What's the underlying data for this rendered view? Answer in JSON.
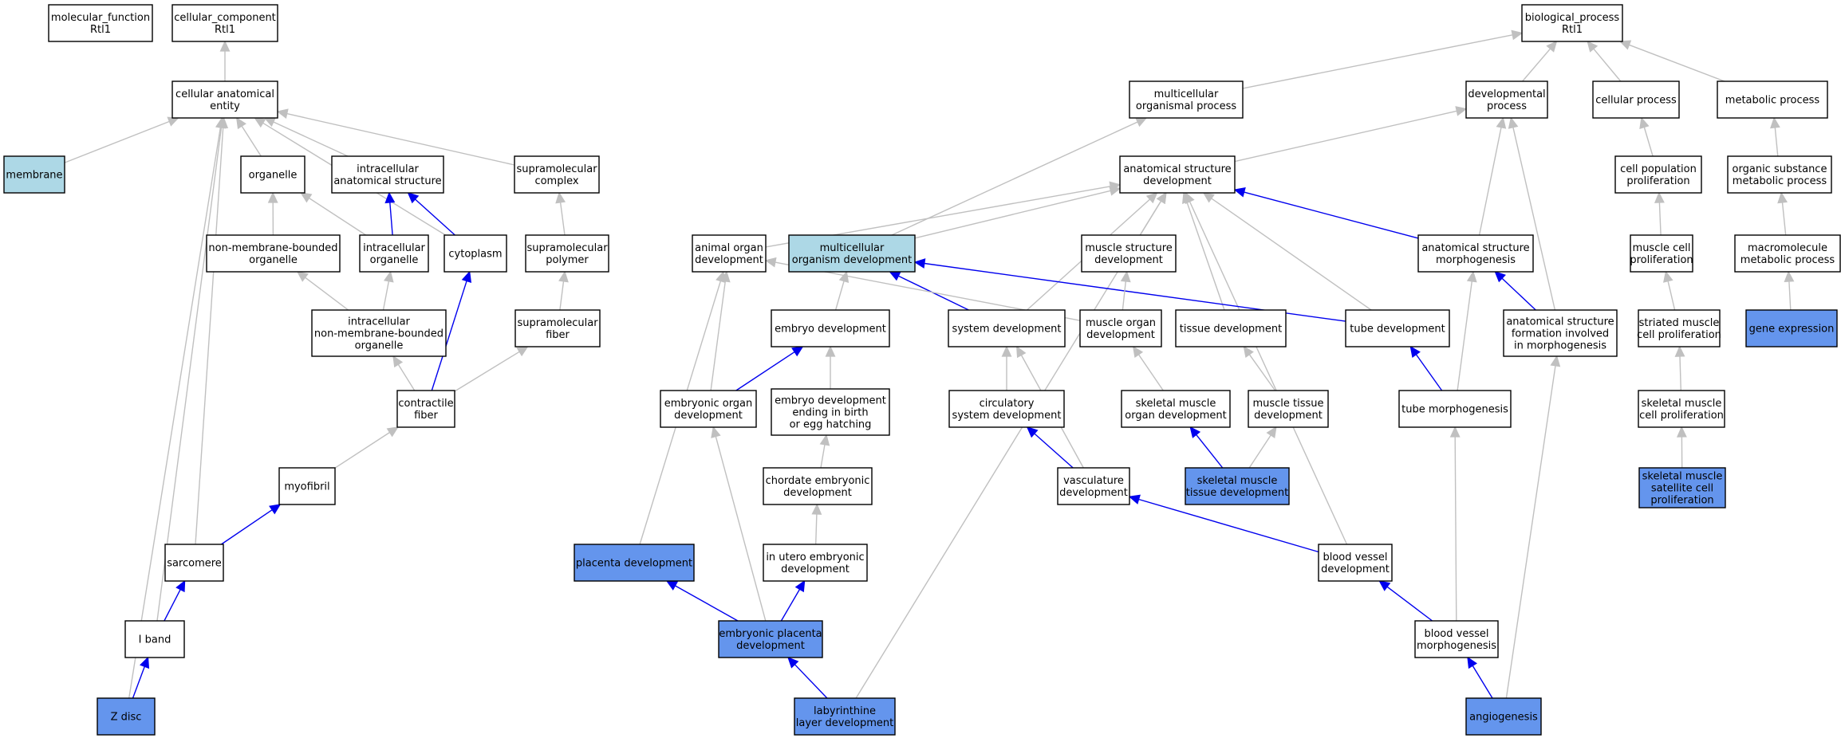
{
  "graph": {
    "colors": {
      "white": "#ffffff",
      "light": "#add8e6",
      "blue": "#6495ed",
      "is_a_edge": "#c0c0c0",
      "part_of_edge": "#0000ee"
    },
    "nodes": [
      {
        "id": "mf",
        "lines": [
          "molecular_function",
          "Rtl1"
        ],
        "fill": "white"
      },
      {
        "id": "cc",
        "lines": [
          "cellular_component",
          "Rtl1"
        ],
        "fill": "white"
      },
      {
        "id": "cae",
        "lines": [
          "cellular anatomical",
          "entity"
        ],
        "fill": "white"
      },
      {
        "id": "membrane",
        "lines": [
          "membrane"
        ],
        "fill": "light"
      },
      {
        "id": "organelle",
        "lines": [
          "organelle"
        ],
        "fill": "white"
      },
      {
        "id": "ias",
        "lines": [
          "intracellular",
          "anatomical structure"
        ],
        "fill": "white"
      },
      {
        "id": "smc",
        "lines": [
          "supramolecular",
          "complex"
        ],
        "fill": "white"
      },
      {
        "id": "nmbo",
        "lines": [
          "non-membrane-bounded",
          "organelle"
        ],
        "fill": "white"
      },
      {
        "id": "io",
        "lines": [
          "intracellular",
          "organelle"
        ],
        "fill": "white"
      },
      {
        "id": "cytoplasm",
        "lines": [
          "cytoplasm"
        ],
        "fill": "white"
      },
      {
        "id": "smp",
        "lines": [
          "supramolecular",
          "polymer"
        ],
        "fill": "white"
      },
      {
        "id": "inmbo",
        "lines": [
          "intracellular",
          "non-membrane-bounded",
          "organelle"
        ],
        "fill": "white"
      },
      {
        "id": "smf",
        "lines": [
          "supramolecular",
          "fiber"
        ],
        "fill": "white"
      },
      {
        "id": "cf",
        "lines": [
          "contractile",
          "fiber"
        ],
        "fill": "white"
      },
      {
        "id": "myofibril",
        "lines": [
          "myofibril"
        ],
        "fill": "white"
      },
      {
        "id": "sarcomere",
        "lines": [
          "sarcomere"
        ],
        "fill": "white"
      },
      {
        "id": "iband",
        "lines": [
          "I band"
        ],
        "fill": "white"
      },
      {
        "id": "zdisc",
        "lines": [
          "Z disc"
        ],
        "fill": "blue"
      },
      {
        "id": "bp",
        "lines": [
          "biological_process",
          "Rtl1"
        ],
        "fill": "white"
      },
      {
        "id": "mop",
        "lines": [
          "multicellular",
          "organismal process"
        ],
        "fill": "white"
      },
      {
        "id": "devp",
        "lines": [
          "developmental",
          "process"
        ],
        "fill": "white"
      },
      {
        "id": "cellp",
        "lines": [
          "cellular process"
        ],
        "fill": "white"
      },
      {
        "id": "metp",
        "lines": [
          "metabolic process"
        ],
        "fill": "white"
      },
      {
        "id": "asd",
        "lines": [
          "anatomical structure",
          "development"
        ],
        "fill": "white"
      },
      {
        "id": "cpp",
        "lines": [
          "cell population",
          "proliferation"
        ],
        "fill": "white"
      },
      {
        "id": "osmp",
        "lines": [
          "organic substance",
          "metabolic process"
        ],
        "fill": "white"
      },
      {
        "id": "aod",
        "lines": [
          "animal organ",
          "development"
        ],
        "fill": "white"
      },
      {
        "id": "mod",
        "lines": [
          "multicellular",
          "organism development"
        ],
        "fill": "light"
      },
      {
        "id": "msd",
        "lines": [
          "muscle structure",
          "development"
        ],
        "fill": "white"
      },
      {
        "id": "asm",
        "lines": [
          "anatomical structure",
          "morphogenesis"
        ],
        "fill": "white"
      },
      {
        "id": "mcp",
        "lines": [
          "muscle cell",
          "proliferation"
        ],
        "fill": "white"
      },
      {
        "id": "mmp",
        "lines": [
          "macromolecule",
          "metabolic process"
        ],
        "fill": "white"
      },
      {
        "id": "embd",
        "lines": [
          "embryo development"
        ],
        "fill": "white"
      },
      {
        "id": "sysd",
        "lines": [
          "system development"
        ],
        "fill": "white"
      },
      {
        "id": "muod",
        "lines": [
          "muscle organ",
          "development"
        ],
        "fill": "white"
      },
      {
        "id": "tisd",
        "lines": [
          "tissue development"
        ],
        "fill": "white"
      },
      {
        "id": "tubd",
        "lines": [
          "tube development"
        ],
        "fill": "white"
      },
      {
        "id": "asfm",
        "lines": [
          "anatomical structure",
          "formation involved",
          "in morphogenesis"
        ],
        "fill": "white"
      },
      {
        "id": "smcp",
        "lines": [
          "striated muscle",
          "cell proliferation"
        ],
        "fill": "white"
      },
      {
        "id": "gexp",
        "lines": [
          "gene expression"
        ],
        "fill": "blue"
      },
      {
        "id": "eod",
        "lines": [
          "embryonic organ",
          "development"
        ],
        "fill": "white"
      },
      {
        "id": "edeb",
        "lines": [
          "embryo development",
          "ending in birth",
          "or egg hatching"
        ],
        "fill": "white"
      },
      {
        "id": "csd",
        "lines": [
          "circulatory",
          "system development"
        ],
        "fill": "white"
      },
      {
        "id": "skmod",
        "lines": [
          "skeletal muscle",
          "organ development"
        ],
        "fill": "white"
      },
      {
        "id": "mtd",
        "lines": [
          "muscle tissue",
          "development"
        ],
        "fill": "white"
      },
      {
        "id": "tubm",
        "lines": [
          "tube morphogenesis"
        ],
        "fill": "white"
      },
      {
        "id": "skmcp",
        "lines": [
          "skeletal muscle",
          "cell proliferation"
        ],
        "fill": "white"
      },
      {
        "id": "ced",
        "lines": [
          "chordate embryonic",
          "development"
        ],
        "fill": "white"
      },
      {
        "id": "vasd",
        "lines": [
          "vasculature",
          "development"
        ],
        "fill": "white"
      },
      {
        "id": "skmtd",
        "lines": [
          "skeletal muscle",
          "tissue development"
        ],
        "fill": "blue"
      },
      {
        "id": "skmscp",
        "lines": [
          "skeletal muscle",
          "satellite cell",
          "proliferation"
        ],
        "fill": "blue"
      },
      {
        "id": "plad",
        "lines": [
          "placenta development"
        ],
        "fill": "blue"
      },
      {
        "id": "iued",
        "lines": [
          "in utero embryonic",
          "development"
        ],
        "fill": "white"
      },
      {
        "id": "bvd",
        "lines": [
          "blood vessel",
          "development"
        ],
        "fill": "white"
      },
      {
        "id": "epd",
        "lines": [
          "embryonic placenta",
          "development"
        ],
        "fill": "blue"
      },
      {
        "id": "bvm",
        "lines": [
          "blood vessel",
          "morphogenesis"
        ],
        "fill": "white"
      },
      {
        "id": "lld",
        "lines": [
          "labyrinthine",
          "layer development"
        ],
        "fill": "blue"
      },
      {
        "id": "angio",
        "lines": [
          "angiogenesis"
        ],
        "fill": "blue"
      }
    ],
    "edges": [
      {
        "from": "cae",
        "to": "cc",
        "rel": "is_a"
      },
      {
        "from": "membrane",
        "to": "cae",
        "rel": "is_a"
      },
      {
        "from": "organelle",
        "to": "cae",
        "rel": "is_a"
      },
      {
        "from": "ias",
        "to": "cae",
        "rel": "is_a"
      },
      {
        "from": "smc",
        "to": "cae",
        "rel": "is_a"
      },
      {
        "from": "cytoplasm",
        "to": "cae",
        "rel": "is_a"
      },
      {
        "from": "sarcomere",
        "to": "cae",
        "rel": "is_a"
      },
      {
        "from": "iband",
        "to": "cae",
        "rel": "is_a"
      },
      {
        "from": "zdisc",
        "to": "cae",
        "rel": "is_a"
      },
      {
        "from": "nmbo",
        "to": "organelle",
        "rel": "is_a"
      },
      {
        "from": "io",
        "to": "organelle",
        "rel": "is_a"
      },
      {
        "from": "io",
        "to": "ias",
        "rel": "part_of"
      },
      {
        "from": "cytoplasm",
        "to": "ias",
        "rel": "part_of"
      },
      {
        "from": "smp",
        "to": "smc",
        "rel": "is_a"
      },
      {
        "from": "inmbo",
        "to": "nmbo",
        "rel": "is_a"
      },
      {
        "from": "inmbo",
        "to": "io",
        "rel": "is_a"
      },
      {
        "from": "smf",
        "to": "smp",
        "rel": "is_a"
      },
      {
        "from": "cf",
        "to": "inmbo",
        "rel": "is_a"
      },
      {
        "from": "cf",
        "to": "smf",
        "rel": "is_a"
      },
      {
        "from": "cf",
        "to": "cytoplasm",
        "rel": "part_of"
      },
      {
        "from": "myofibril",
        "to": "cf",
        "rel": "is_a"
      },
      {
        "from": "sarcomere",
        "to": "myofibril",
        "rel": "part_of"
      },
      {
        "from": "iband",
        "to": "sarcomere",
        "rel": "part_of"
      },
      {
        "from": "zdisc",
        "to": "iband",
        "rel": "part_of"
      },
      {
        "from": "mop",
        "to": "bp",
        "rel": "is_a"
      },
      {
        "from": "devp",
        "to": "bp",
        "rel": "is_a"
      },
      {
        "from": "cellp",
        "to": "bp",
        "rel": "is_a"
      },
      {
        "from": "metp",
        "to": "bp",
        "rel": "is_a"
      },
      {
        "from": "asd",
        "to": "devp",
        "rel": "is_a"
      },
      {
        "from": "cpp",
        "to": "cellp",
        "rel": "is_a"
      },
      {
        "from": "osmp",
        "to": "metp",
        "rel": "is_a"
      },
      {
        "from": "mod",
        "to": "mop",
        "rel": "is_a"
      },
      {
        "from": "mod",
        "to": "asd",
        "rel": "is_a"
      },
      {
        "from": "aod",
        "to": "asd",
        "rel": "is_a"
      },
      {
        "from": "msd",
        "to": "asd",
        "rel": "is_a"
      },
      {
        "from": "sysd",
        "to": "asd",
        "rel": "is_a"
      },
      {
        "from": "tisd",
        "to": "asd",
        "rel": "is_a"
      },
      {
        "from": "tubd",
        "to": "asd",
        "rel": "is_a"
      },
      {
        "from": "bvd",
        "to": "asd",
        "rel": "is_a"
      },
      {
        "from": "lld",
        "to": "asd",
        "rel": "is_a"
      },
      {
        "from": "asm",
        "to": "devp",
        "rel": "is_a"
      },
      {
        "from": "asm",
        "to": "asd",
        "rel": "part_of"
      },
      {
        "from": "asfm",
        "to": "devp",
        "rel": "is_a"
      },
      {
        "from": "asfm",
        "to": "asm",
        "rel": "part_of"
      },
      {
        "from": "mcp",
        "to": "cpp",
        "rel": "is_a"
      },
      {
        "from": "mmp",
        "to": "osmp",
        "rel": "is_a"
      },
      {
        "from": "embd",
        "to": "mod",
        "rel": "is_a"
      },
      {
        "from": "sysd",
        "to": "mod",
        "rel": "part_of"
      },
      {
        "from": "tubd",
        "to": "mod",
        "rel": "part_of"
      },
      {
        "from": "muod",
        "to": "aod",
        "rel": "is_a"
      },
      {
        "from": "muod",
        "to": "msd",
        "rel": "is_a"
      },
      {
        "from": "eod",
        "to": "aod",
        "rel": "is_a"
      },
      {
        "from": "plad",
        "to": "aod",
        "rel": "is_a"
      },
      {
        "from": "eod",
        "to": "embd",
        "rel": "part_of"
      },
      {
        "from": "edeb",
        "to": "embd",
        "rel": "is_a"
      },
      {
        "from": "csd",
        "to": "sysd",
        "rel": "is_a"
      },
      {
        "from": "vasd",
        "to": "sysd",
        "rel": "is_a"
      },
      {
        "from": "skmod",
        "to": "muod",
        "rel": "is_a"
      },
      {
        "from": "mtd",
        "to": "tisd",
        "rel": "is_a"
      },
      {
        "from": "tubm",
        "to": "tubd",
        "rel": "part_of"
      },
      {
        "from": "tubm",
        "to": "asm",
        "rel": "is_a"
      },
      {
        "from": "smcp",
        "to": "mcp",
        "rel": "is_a"
      },
      {
        "from": "gexp",
        "to": "mmp",
        "rel": "is_a"
      },
      {
        "from": "ced",
        "to": "edeb",
        "rel": "is_a"
      },
      {
        "from": "iued",
        "to": "ced",
        "rel": "is_a"
      },
      {
        "from": "vasd",
        "to": "csd",
        "rel": "part_of"
      },
      {
        "from": "skmtd",
        "to": "skmod",
        "rel": "part_of"
      },
      {
        "from": "skmtd",
        "to": "mtd",
        "rel": "is_a"
      },
      {
        "from": "skmcp",
        "to": "smcp",
        "rel": "is_a"
      },
      {
        "from": "skmscp",
        "to": "skmcp",
        "rel": "is_a"
      },
      {
        "from": "bvd",
        "to": "vasd",
        "rel": "part_of"
      },
      {
        "from": "epd",
        "to": "eod",
        "rel": "is_a"
      },
      {
        "from": "epd",
        "to": "plad",
        "rel": "part_of"
      },
      {
        "from": "epd",
        "to": "iued",
        "rel": "part_of"
      },
      {
        "from": "lld",
        "to": "epd",
        "rel": "part_of"
      },
      {
        "from": "bvm",
        "to": "bvd",
        "rel": "part_of"
      },
      {
        "from": "bvm",
        "to": "tubm",
        "rel": "is_a"
      },
      {
        "from": "angio",
        "to": "bvm",
        "rel": "part_of"
      },
      {
        "from": "angio",
        "to": "asfm",
        "rel": "is_a"
      }
    ]
  }
}
